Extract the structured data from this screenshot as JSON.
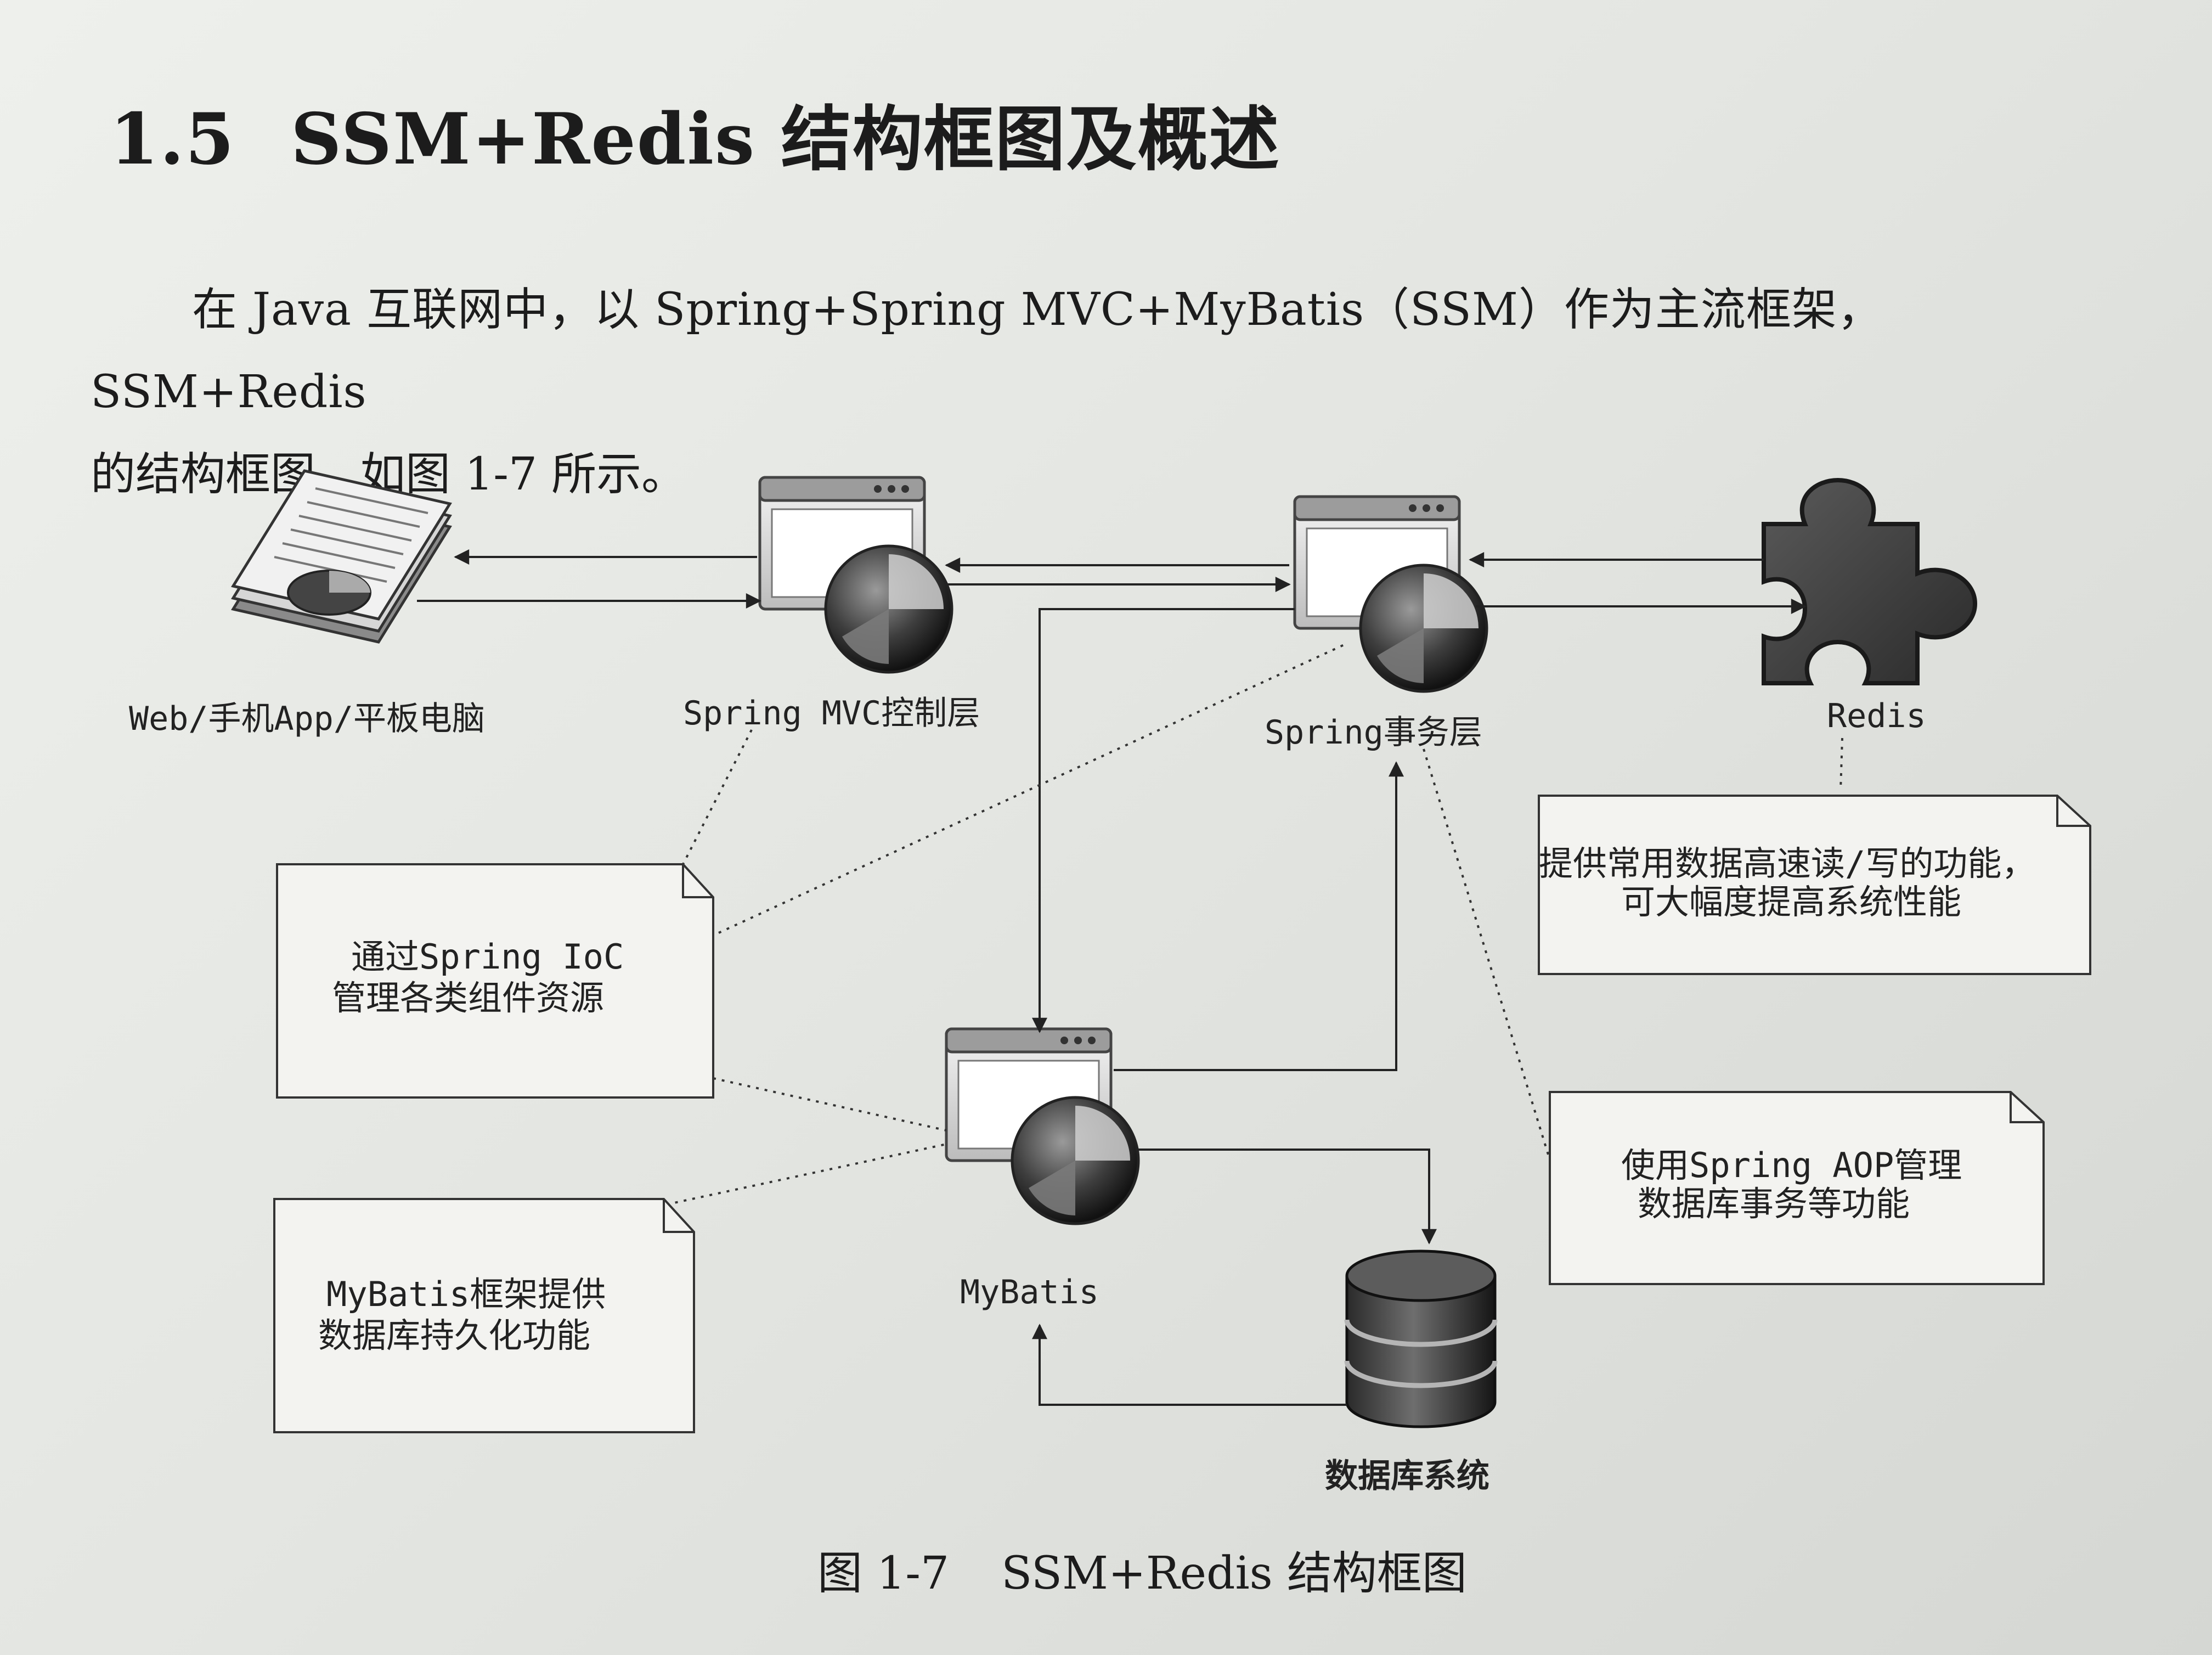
{
  "section": {
    "number": "1.5",
    "title": "SSM+Redis 结构框图及概述"
  },
  "paragraph": {
    "line1": "在 Java 互联网中，以 Spring+Spring MVC+MyBatis（SSM）作为主流框架，SSM+Redis",
    "line2": "的结构框图，如图 1-7 所示。"
  },
  "nodes": {
    "client": "Web/手机App/平板电脑",
    "mvc": "Spring MVC控制层",
    "service": "Spring事务层",
    "redis": "Redis",
    "mybatis": "MyBatis",
    "database": "数据库系统"
  },
  "notes": {
    "redis_note": [
      "提供常用数据高速读/写的功能，",
      "可大幅度提高系统性能"
    ],
    "ioc_note": [
      "通过Spring IoC",
      "管理各类组件资源"
    ],
    "mybatis_note": [
      "MyBatis框架提供",
      "数据库持久化功能"
    ],
    "aop_note": [
      "使用Spring AOP管理",
      "数据库事务等功能"
    ]
  },
  "figure": {
    "number": "图 1-7",
    "title": "SSM+Redis 结构框图"
  }
}
